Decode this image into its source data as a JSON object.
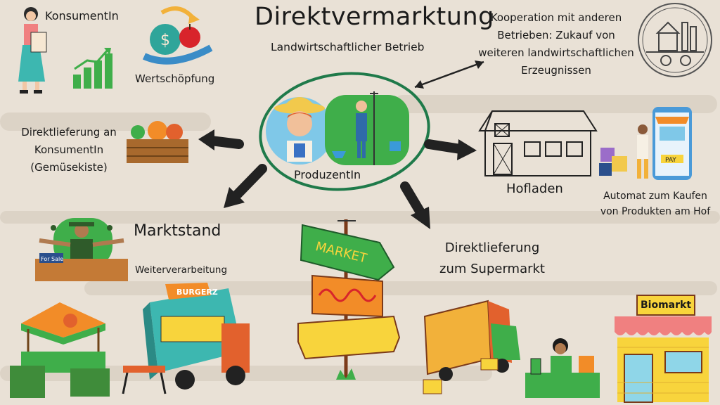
{
  "title": "Direktvermarktung",
  "subtitle": "Landwirtschaftlicher Betrieb",
  "center_label": "ProduzentIn",
  "labels": {
    "konsument": "KonsumentIn",
    "wertschoepfung": "Wertschöpfung",
    "kooperation": [
      "Kooperation mit anderen",
      "Betrieben: Zukauf von",
      "weiteren landwirtschaftlichen",
      "Erzeugnissen"
    ],
    "direktlieferung_konsument": [
      "Direktlieferung an",
      "KonsumentIn",
      "(Gemüsekiste)"
    ],
    "hofladen": "Hofladen",
    "automat": [
      "Automat zum Kaufen",
      "von Produkten am Hof"
    ],
    "marktstand": "Marktstand",
    "weiterverarbeitung": "Weiterverarbeitung",
    "direktlieferung_supermarkt": [
      "Direktlieferung",
      "zum Supermarkt"
    ],
    "biomarkt": "Biomarkt",
    "market_sign": "MARKET",
    "burger_sign": "BURGERZ",
    "for_sale": "For Sale",
    "pay": "PAY"
  },
  "colors": {
    "background": "#e9e1d6",
    "ellipse": "#1f7a4a",
    "arrow": "#222222",
    "accent_orange": "#f28c28",
    "accent_green": "#3fae4a",
    "accent_yellow": "#f8d43c"
  }
}
